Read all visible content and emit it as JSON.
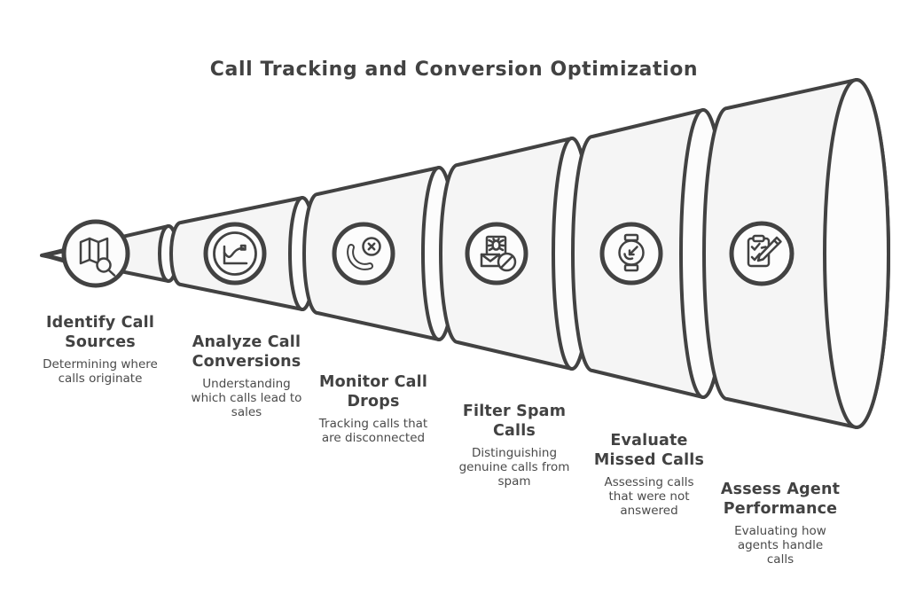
{
  "title": "Call Tracking and Conversion Optimization",
  "colors": {
    "ink": "#424242",
    "funnel_fill": "#f5f5f5",
    "cap_fill": "#fcfcfc",
    "background": "#ffffff"
  },
  "stages": [
    {
      "title": "Identify Call\nSources",
      "description": "Determining where\ncalls originate",
      "icon": "map-search-icon"
    },
    {
      "title": "Analyze Call\nConversions",
      "description": "Understanding\nwhich calls lead to\nsales",
      "icon": "line-chart-icon"
    },
    {
      "title": "Monitor Call\nDrops",
      "description": "Tracking calls that\nare disconnected",
      "icon": "call-drop-icon"
    },
    {
      "title": "Filter Spam\nCalls",
      "description": "Distinguishing\ngenuine calls from\nspam",
      "icon": "spam-filter-icon"
    },
    {
      "title": "Evaluate\nMissed Calls",
      "description": "Assessing calls\nthat were not\nanswered",
      "icon": "missed-call-watch-icon"
    },
    {
      "title": "Assess Agent\nPerformance",
      "description": "Evaluating how\nagents handle\ncalls",
      "icon": "agent-performance-icon"
    }
  ]
}
